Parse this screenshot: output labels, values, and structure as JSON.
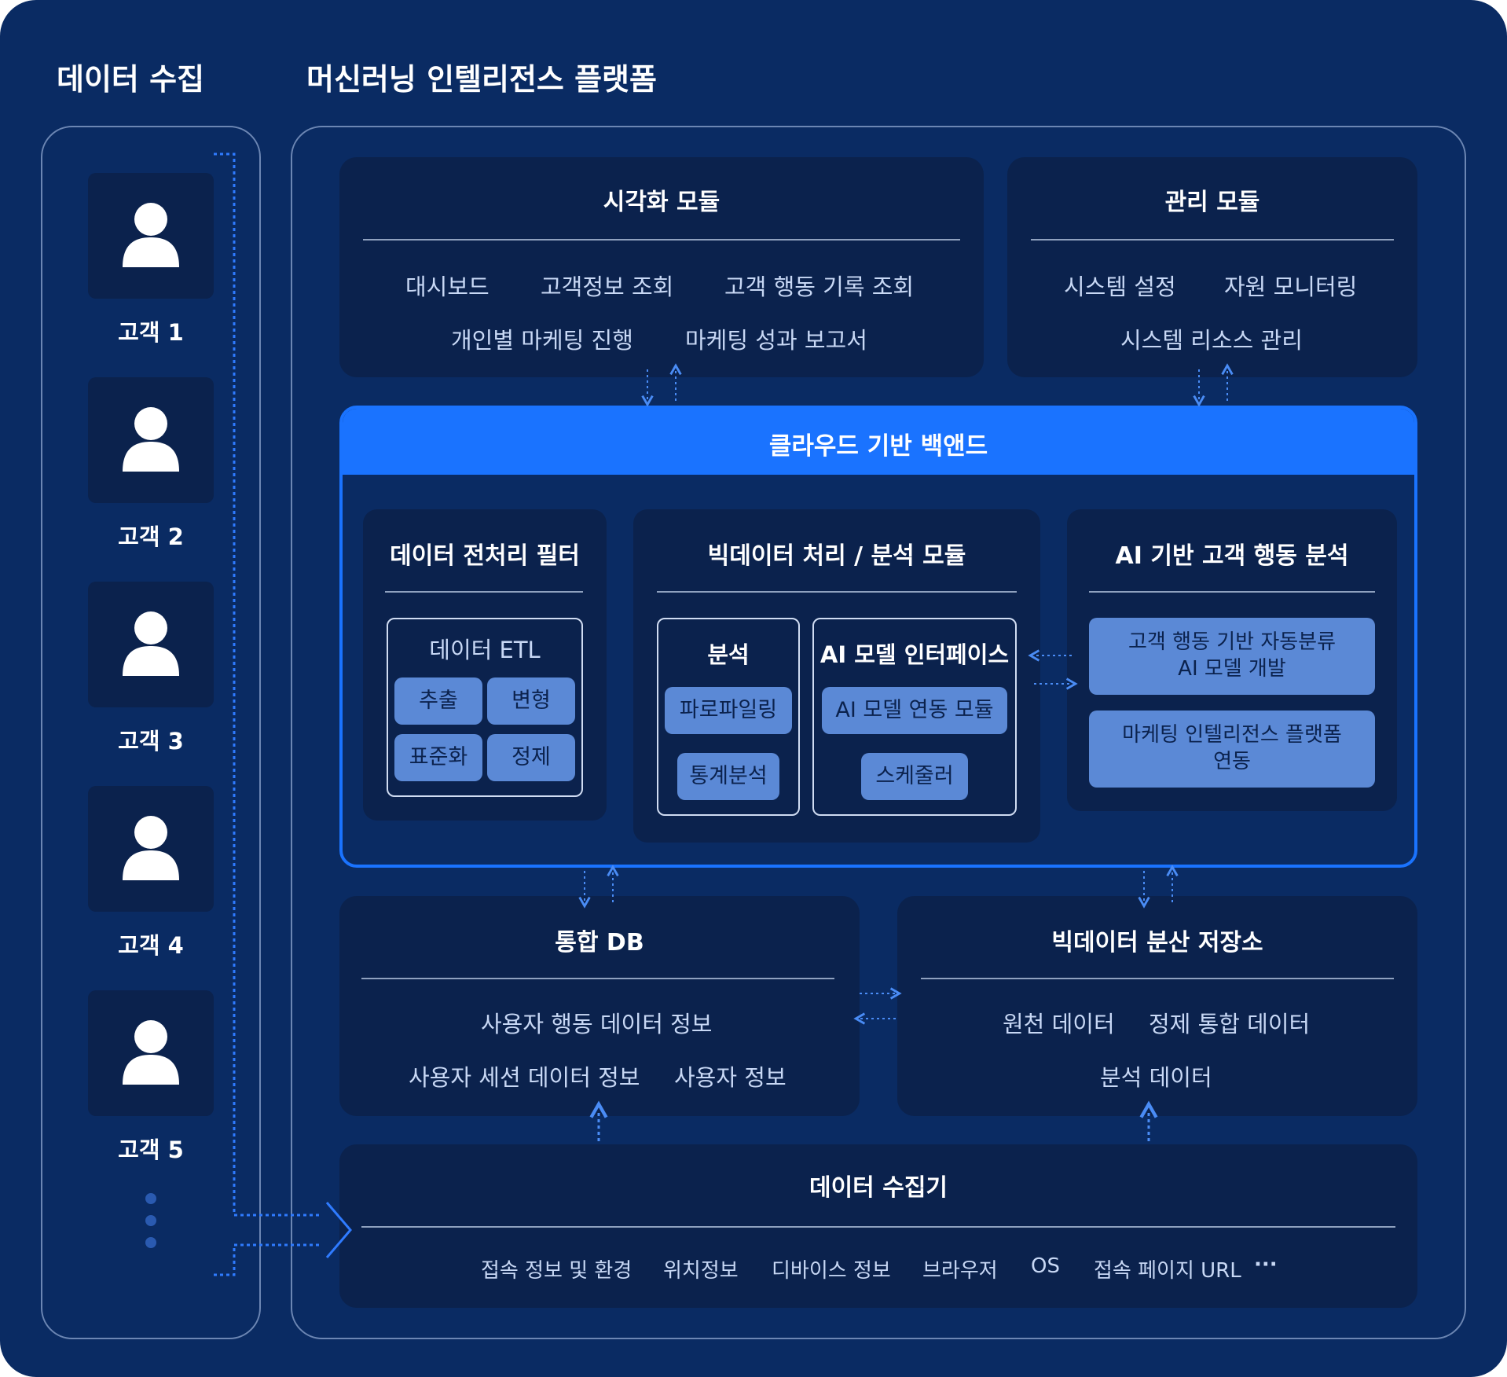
{
  "headings": {
    "data_collection": "데이터 수집",
    "ml_platform": "머신러닝 인텔리전스 플랫폼"
  },
  "customers": [
    "고객 1",
    "고객 2",
    "고객 3",
    "고객 4",
    "고객 5"
  ],
  "visualization": {
    "title": "시각화 모듈",
    "items": [
      "대시보드",
      "고객정보 조회",
      "고객 행동 기록 조회",
      "개인별 마케팅 진행",
      "마케팅 성과 보고서"
    ]
  },
  "management": {
    "title": "관리 모듈",
    "items": [
      "시스템 설정",
      "자원 모니터링",
      "시스템 리소스 관리"
    ]
  },
  "backend": {
    "title": "클라우드 기반 백앤드",
    "preprocess": {
      "title": "데이터 전처리 필터",
      "etl_title": "데이터 ETL",
      "chips": [
        "추출",
        "변형",
        "표준화",
        "정제"
      ]
    },
    "bigdata": {
      "title": "빅데이터 처리 / 분석 모듈",
      "analysis_title": "분석",
      "analysis_chips": [
        "파로파일링",
        "통계분석"
      ],
      "ai_interface_title": "AI 모델 인터페이스",
      "ai_interface_chips": [
        "AI 모델 연동 모듈",
        "스케줄러"
      ]
    },
    "ai_analysis": {
      "title": "AI 기반 고객 행동 분석",
      "chip1_line1": "고객 행동 기반 자동분류",
      "chip1_line2": "AI 모델 개발",
      "chip2_line1": "마케팅 인텔리전스 플랫폼",
      "chip2_line2": "연동"
    }
  },
  "integrated_db": {
    "title": "통합 DB",
    "items": [
      "사용자 행동 데이터 정보",
      "사용자 세션 데이터 정보",
      "사용자 정보"
    ]
  },
  "bigdata_storage": {
    "title": "빅데이터 분산 저장소",
    "items": [
      "원천 데이터",
      "정제 통합 데이터",
      "분석 데이터"
    ]
  },
  "collector": {
    "title": "데이터 수집기",
    "items": [
      "접속 정보 및 환경",
      "위치정보",
      "디바이스 정보",
      "브라우저",
      "OS",
      "접속 페이지 URL",
      "···"
    ]
  },
  "colors": {
    "background": "#0a2b63",
    "panel": "#0b224d",
    "accent": "#1a73ff",
    "chip": "#5b89d6",
    "text_muted": "#c8d8f5"
  }
}
